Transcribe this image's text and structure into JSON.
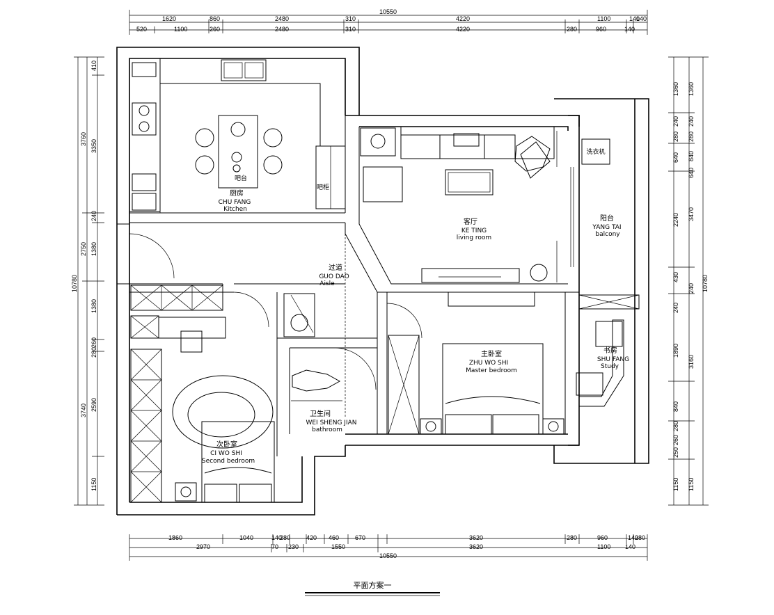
{
  "plan_title": "平面方案一",
  "rooms": {
    "kitchen": {
      "cn": "厨房",
      "pinyin": "CHU FANG",
      "en": "Kitchen"
    },
    "living": {
      "cn": "客厅",
      "pinyin": "KE TING",
      "en": "living room"
    },
    "balcony": {
      "cn": "阳台",
      "pinyin": "YANG TAI",
      "en": "balcony"
    },
    "aisle": {
      "cn": "过道",
      "pinyin": "GUO DAO",
      "en": "Aisle"
    },
    "master": {
      "cn": "主卧室",
      "pinyin": "ZHU WO SHI",
      "en": "Master bedroom"
    },
    "study": {
      "cn": "书房",
      "pinyin": "SHU FANG",
      "en": "Study"
    },
    "bathroom": {
      "cn": "卫生间",
      "pinyin": "WEI SHENG JIAN",
      "en": "bathroom"
    },
    "second": {
      "cn": "次卧室",
      "pinyin": "CI WO SHI",
      "en": "Second bedroom"
    }
  },
  "fixture_labels": {
    "bar": "吧台",
    "cabinet": "吧柜",
    "washer": "洗衣机"
  },
  "dimensions": {
    "top_total": "10550",
    "top_row1": [
      "1620",
      "860",
      "2480",
      "310",
      "4220",
      "1100",
      "140",
      "140"
    ],
    "top_row2": [
      "520",
      "1100",
      "260",
      "2480",
      "310",
      "4220",
      "280",
      "960",
      "140"
    ],
    "bottom_row1": [
      "1860",
      "1040",
      "140",
      "280",
      "420",
      "460",
      "670",
      "3620",
      "280",
      "960",
      "140",
      "280"
    ],
    "bottom_row2": [
      "2970",
      "70",
      "230",
      "1550",
      "3620",
      "1100",
      "140"
    ],
    "bottom_total": "10550",
    "left_total": "10780",
    "left_outer": [
      "3760",
      "2750",
      "3740"
    ],
    "left_inner": [
      "410",
      "3350",
      "240",
      "1380",
      "1380",
      "260",
      "280",
      "2590",
      "1150"
    ],
    "right_total": "10780",
    "right_outer": [
      "1360",
      "240",
      "840",
      "280",
      "640",
      "3470",
      "240",
      "3160",
      "1150"
    ],
    "right_inner": [
      "1360",
      "240",
      "280",
      "640",
      "2240",
      "430",
      "240",
      "1890",
      "840",
      "280",
      "260",
      "250",
      "1150"
    ]
  }
}
